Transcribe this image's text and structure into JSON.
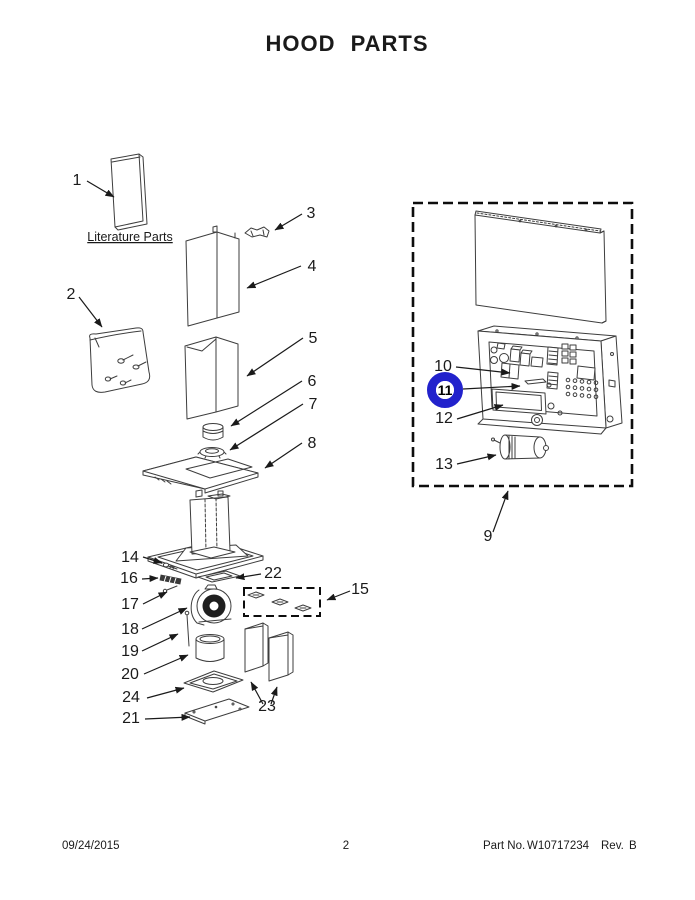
{
  "title": "HOOD PARTS",
  "literature_label": "Literature Parts",
  "footer": {
    "date": "09/24/2015",
    "page_number": "2",
    "part_no_prefix": "Part No.",
    "part_no_value": "W10717234",
    "rev_label": "Rev.",
    "rev_value": "B"
  },
  "highlight": {
    "color": "#2222cc",
    "highlighted_part": "11"
  },
  "callouts": {
    "c1": "1",
    "c2": "2",
    "c3": "3",
    "c4": "4",
    "c5": "5",
    "c6": "6",
    "c7": "7",
    "c8": "8",
    "c9": "9",
    "c10": "10",
    "c11": "11",
    "c12": "12",
    "c13": "13",
    "c14": "14",
    "c15": "15",
    "c16": "16",
    "c17": "17",
    "c18": "18",
    "c19": "19",
    "c20": "20",
    "c21": "21",
    "c22": "22",
    "c23": "23",
    "c24": "24"
  }
}
